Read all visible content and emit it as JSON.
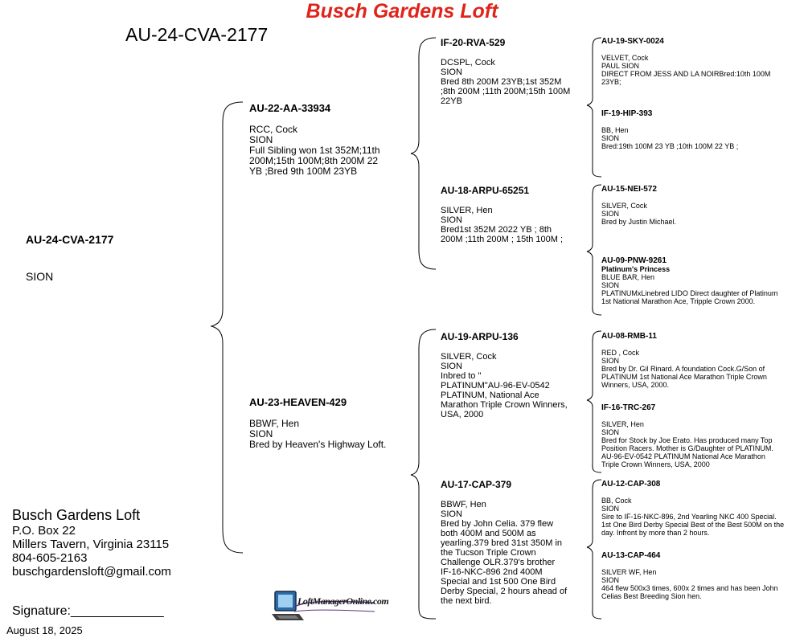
{
  "header": {
    "loft_title": "Busch Gardens Loft",
    "pedigree_id": "AU-24-CVA-2177"
  },
  "subject": {
    "band": "AU-24-CVA-2177",
    "lines": [
      "SION"
    ]
  },
  "sire": {
    "band": "AU-22-AA-33934",
    "lines": [
      "RCC, Cock",
      "SION",
      "Full Sibling won 1st 352M;11th",
      "200M;15th 100M;8th 200M 22",
      "YB ;Bred 9th 100M 23YB"
    ]
  },
  "dam": {
    "band": "AU-23-HEAVEN-429",
    "lines": [
      "BBWF, Hen",
      "SION",
      "Bred by Heaven's Highway Loft."
    ]
  },
  "sire_sire": {
    "band": "IF-20-RVA-529",
    "lines": [
      "DCSPL, Cock",
      "SION",
      "Bred 8th 200M 23YB;1st 352M",
      ";8th 200M ;11th 200M;15th 100M",
      "22YB"
    ]
  },
  "sire_dam": {
    "band": "AU-18-ARPU-65251",
    "lines": [
      "SILVER, Hen",
      "SION",
      "Bred1st 352M 2022 YB ; 8th",
      "200M ;11th 200M ; 15th 100M ;"
    ]
  },
  "dam_sire": {
    "band": "AU-19-ARPU-136",
    "lines": [
      "SILVER, Cock",
      "SION",
      "Inbred to \"",
      "PLATINUM\"AU-96-EV-0542",
      "PLATINUM, National Ace",
      "Marathon Triple Crown Winners,",
      "USA, 2000"
    ]
  },
  "dam_dam": {
    "band": "AU-17-CAP-379",
    "lines": [
      "BBWF, Hen",
      "SION",
      "Bred by John Celia. 379 flew",
      "both 400M and 500M as",
      "yearling.379 bred 31st 350M in",
      "the Tucson Triple Crown",
      "Challenge OLR.379's brother",
      "IF-16-NKC-896 2nd 400M",
      "Special and 1st 500 One Bird",
      "Derby Special, 2 hours ahead of",
      "the next bird."
    ]
  },
  "gg": [
    {
      "band": "AU-19-SKY-0024",
      "name": "",
      "lines": [
        "VELVET, Cock",
        "PAUL SION",
        "DIRECT FROM JESS AND LA NOIRBred:10th 100M",
        "23YB;"
      ]
    },
    {
      "band": "IF-19-HIP-393",
      "name": "",
      "lines": [
        "BB, Hen",
        "SION",
        "Bred:19th 100M 23 YB ;10th 100M 22 YB ;"
      ]
    },
    {
      "band": "AU-15-NEI-572",
      "name": "",
      "lines": [
        "SILVER, Cock",
        "SION",
        "Bred by Justin Michael."
      ]
    },
    {
      "band": "AU-09-PNW-9261",
      "name": "Platinum's Princess",
      "lines": [
        "BLUE BAR, Hen",
        "SION",
        "PLATINUMxLinebred LIDO Direct daughter of Platinum",
        "1st National Marathon Ace, Tripple Crown 2000."
      ]
    },
    {
      "band": "AU-08-RMB-11",
      "name": "",
      "lines": [
        "RED , Cock",
        "SION",
        "Bred by Dr. Gil Rinard. A foundation Cock.G/Son of",
        "PLATINUM 1st National Ace Marathon Triple Crown",
        "Winners, USA, 2000."
      ]
    },
    {
      "band": "IF-16-TRC-267",
      "name": "",
      "lines": [
        "SILVER, Hen",
        "SION",
        "Bred for Stock by Joe Erato. Has produced many Top",
        "Position Racers. Mother is G/Daughter of PLATINUM.",
        "AU-96-EV-0542 PLATINUM National Ace Marathon",
        "Triple Crown Winners, USA, 2000"
      ]
    },
    {
      "band": "AU-12-CAP-308",
      "name": "",
      "lines": [
        "BB, Cock",
        "SION",
        "Sire to IF-16-NKC-896, 2nd Yearling NKC 400 Special.",
        "1st One Bird Derby Special Best of the Best 500M on the",
        "day. Infront by more than 2 hours."
      ]
    },
    {
      "band": "AU-13-CAP-464",
      "name": "",
      "lines": [
        "SILVER WF, Hen",
        "SION",
        "464 flew 500x3 times, 600x 2 times and has been John",
        "Celias Best Breeding Sion hen."
      ]
    }
  ],
  "contact": {
    "name": "Busch Gardens Loft",
    "address1": "P.O. Box 22",
    "address2": "Millers Tavern, Virginia 23115",
    "phone": "804-605-2163",
    "email": "buschgardensloft@gmail.com"
  },
  "signature_label": "Signature:_____________",
  "date": "August 18, 2025",
  "logo": {
    "text": "LoftManagerOnline.com",
    "icon": "laptop-icon"
  },
  "colors": {
    "title": "#e0241b",
    "logo_purple": "#5a2d82"
  }
}
